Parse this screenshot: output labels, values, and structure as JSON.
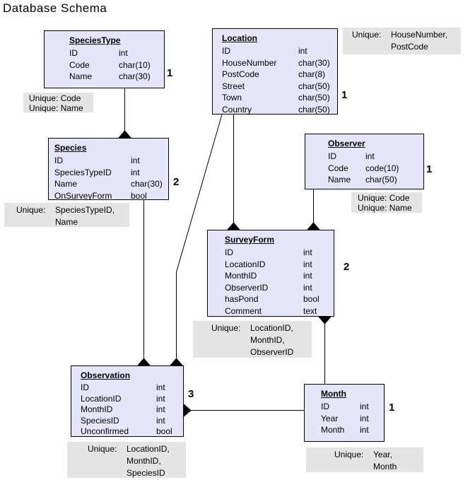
{
  "title": "Database Schema",
  "colors": {
    "entity_fill": "#E6E6FA",
    "entity_border": "#000000",
    "note_fill": "#E4E4E4",
    "line_color": "#000000",
    "text_color": "#000000"
  },
  "tables": {
    "speciestype": {
      "title": "SpeciesType",
      "badge": "1",
      "fields": [
        {
          "name": "ID",
          "type": "int"
        },
        {
          "name": "Code",
          "type": "char(10)"
        },
        {
          "name": "Name",
          "type": "char(30)"
        }
      ]
    },
    "location": {
      "title": "Location",
      "badge": "1",
      "fields": [
        {
          "name": "ID",
          "type": "int"
        },
        {
          "name": "HouseNumber",
          "type": "char(30)"
        },
        {
          "name": "PostCode",
          "type": "char(8)"
        },
        {
          "name": "Street",
          "type": "char(50)"
        },
        {
          "name": "Town",
          "type": "char(50)"
        },
        {
          "name": "Country",
          "type": "char(50)"
        }
      ]
    },
    "observer": {
      "title": "Observer",
      "badge": "1",
      "fields": [
        {
          "name": "ID",
          "type": "int"
        },
        {
          "name": "Code",
          "type": "code(10)"
        },
        {
          "name": "Name",
          "type": "char(50)"
        }
      ]
    },
    "species": {
      "title": "Species",
      "badge": "2",
      "fields": [
        {
          "name": "ID",
          "type": "int"
        },
        {
          "name": "SpeciesTypeID",
          "type": "int"
        },
        {
          "name": "Name",
          "type": "char(30)"
        },
        {
          "name": "OnSurveyForm",
          "type": "bool"
        }
      ]
    },
    "surveyform": {
      "title": "SurveyForm",
      "badge": "2",
      "fields": [
        {
          "name": "ID",
          "type": "int"
        },
        {
          "name": "LocationID",
          "type": "int"
        },
        {
          "name": "MonthID",
          "type": "int"
        },
        {
          "name": "ObserverID",
          "type": "int"
        },
        {
          "name": "hasPond",
          "type": "bool"
        },
        {
          "name": "Comment",
          "type": "text"
        }
      ]
    },
    "observation": {
      "title": "Observation",
      "badge": "3",
      "fields": [
        {
          "name": "ID",
          "type": "int"
        },
        {
          "name": "LocationID",
          "type": "int"
        },
        {
          "name": "MonthID",
          "type": "int"
        },
        {
          "name": "SpeciesID",
          "type": "int"
        },
        {
          "name": "Unconfirmed",
          "type": "bool"
        }
      ]
    },
    "month": {
      "title": "Month",
      "badge": "1",
      "fields": [
        {
          "name": "ID",
          "type": "int"
        },
        {
          "name": "Year",
          "type": "int"
        },
        {
          "name": "Month",
          "type": "int"
        }
      ]
    }
  },
  "notes": {
    "speciestype": {
      "lines": [
        "Unique: Code",
        "Unique: Name"
      ]
    },
    "location": {
      "label": "Unique:",
      "values": [
        "HouseNumber,",
        "PostCode"
      ]
    },
    "species": {
      "label": "Unique:",
      "values": [
        "SpeciesTypeID,",
        "Name"
      ]
    },
    "observer": {
      "lines": [
        "Unique: Code",
        "Unique: Name"
      ]
    },
    "surveyform": {
      "label": "Unique:",
      "values": [
        "LocationID,",
        "MonthID,",
        "ObserverID"
      ]
    },
    "observation": {
      "label": "Unique:",
      "values": [
        "LocationID,",
        "MonthID,",
        "SpeciesID"
      ]
    },
    "month": {
      "label": "Unique:",
      "values": [
        "Year,",
        "Month"
      ]
    }
  }
}
